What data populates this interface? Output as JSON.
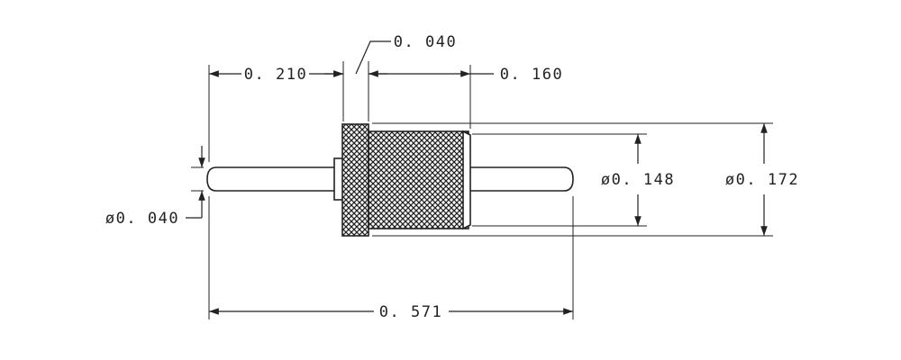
{
  "drawing": {
    "colors": {
      "ink": "#222222",
      "background": "#ffffff"
    },
    "dimensions": {
      "pin_length_left": "0. 210",
      "flange_thickness": "0. 040",
      "body_length_right": "0. 160",
      "pin_diameter": "ø0. 040",
      "body_diameter": "ø0. 148",
      "flange_diameter": "ø0. 172",
      "overall_length": "0. 571"
    }
  }
}
